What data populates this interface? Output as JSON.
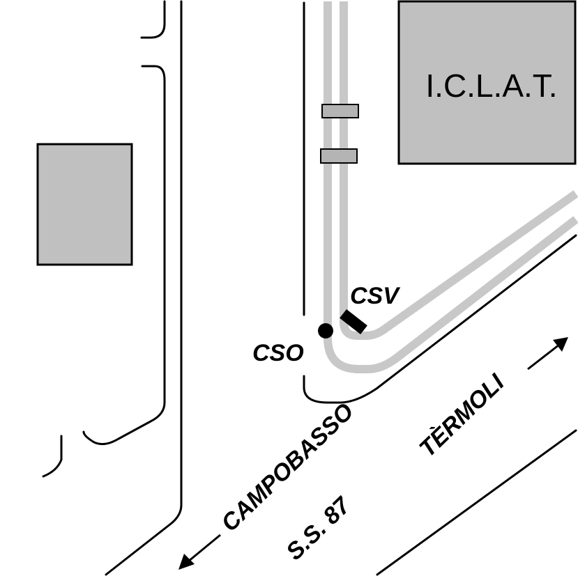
{
  "buildings": {
    "iclat_label": "I.C.L.A.T."
  },
  "stations": {
    "csv_label": "CSV",
    "cso_label": "CSO"
  },
  "road": {
    "name": "S.S. 87",
    "direction_left": "CAMPOBASSO",
    "direction_right": "TÈRMOLI"
  },
  "colors": {
    "building_fill": "#c0c0c0",
    "rail_gray": "#c8c8c8",
    "line": "#000000",
    "background": "#ffffff"
  },
  "icons": [
    "arrow-left-down-icon",
    "arrow-right-up-icon",
    "station-dot-icon",
    "station-block-icon"
  ]
}
